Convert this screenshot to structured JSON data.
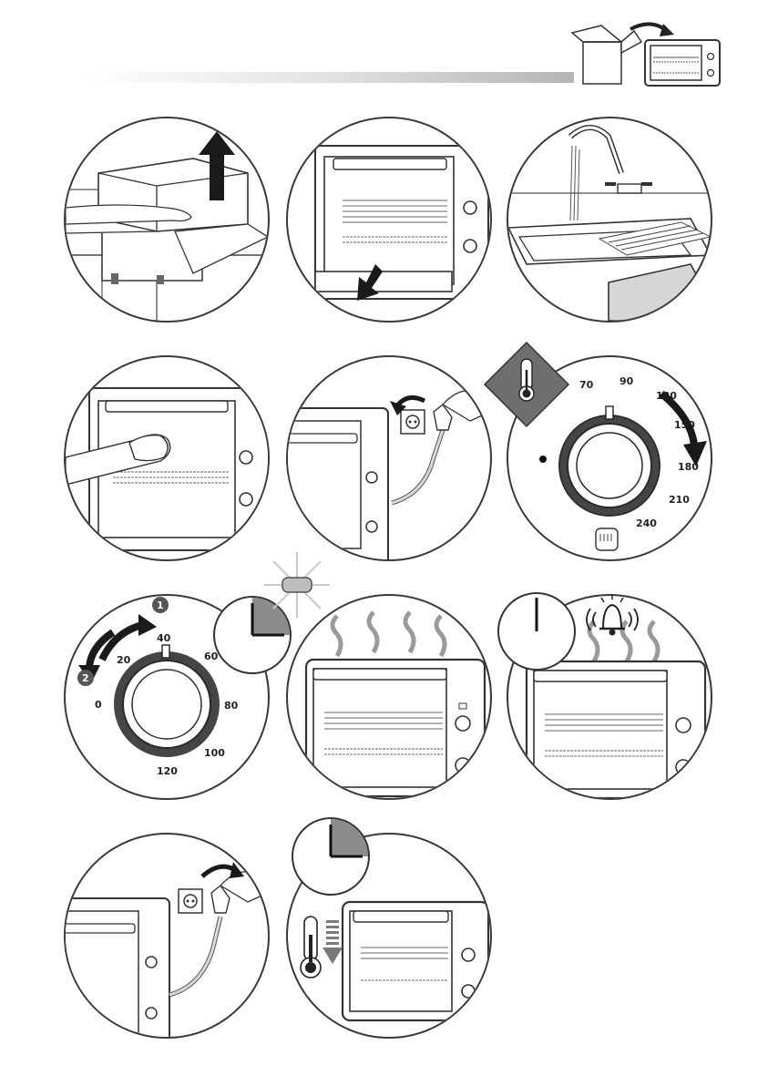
{
  "thermostat_dial": {
    "labels": [
      "70",
      "90",
      "120",
      "150",
      "180",
      "210",
      "240"
    ]
  },
  "timer_dial": {
    "labels": [
      "0",
      "20",
      "40",
      "60",
      "80",
      "100",
      "120"
    ],
    "steps": [
      "1",
      "2"
    ]
  },
  "icons": {
    "header": "unbox-oven-icon",
    "thermometer": "thermometer-icon",
    "bell": "bell-icon",
    "plug": "plug-socket-icon",
    "clock": "clock-icon",
    "light": "indicator-light-icon"
  }
}
